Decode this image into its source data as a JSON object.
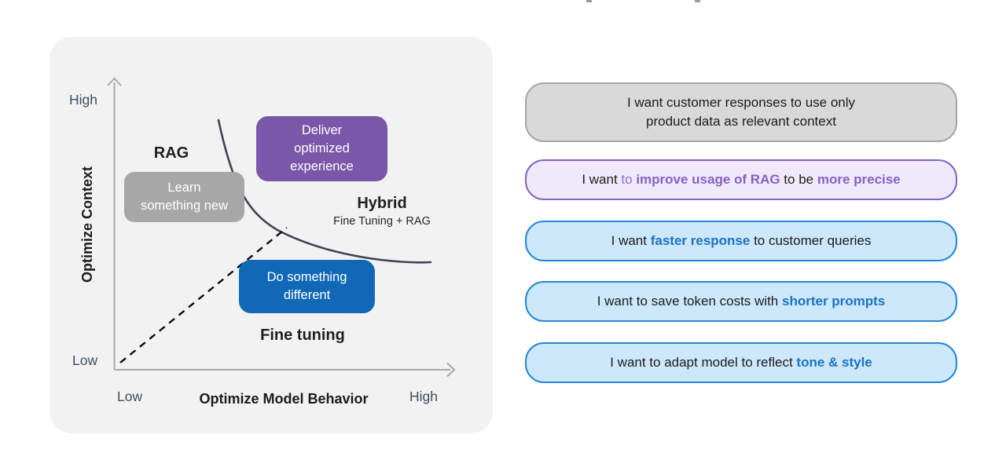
{
  "colors": {
    "panel_background": "#f2f2f2",
    "rag_box": "#a7a7a7",
    "hybrid_box": "#7a57a8",
    "fine_tuning_box": "#1168b7",
    "curve": "#3f4254",
    "axis": "#a8a8a8",
    "pill_gray_bg": "#d9d9d9",
    "pill_gray_border": "#a6a6a6",
    "pill_purple_bg": "#f0e9fa",
    "pill_purple_accent": "#8661c5",
    "pill_blue_bg": "#cde7fb",
    "pill_blue_border": "#2487d6",
    "pill_blue_accent": "#1a73c4"
  },
  "quadrant_panel": {
    "y_axis": {
      "title": "Optimize Context",
      "high": "High",
      "low": "Low"
    },
    "x_axis": {
      "title": "Optimize Model Behavior",
      "high": "High",
      "low": "Low"
    },
    "labels": {
      "rag": "RAG",
      "hybrid": "Hybrid",
      "hybrid_sub": "Fine Tuning + RAG",
      "fine_tuning": "Fine tuning"
    },
    "boxes": {
      "rag_box": "Learn\nsomething new",
      "hybrid_box": "Deliver\noptimized\nexperience",
      "fine_tuning_box": "Do something\ndifferent"
    }
  },
  "scenarios": [
    {
      "variant": "gray",
      "segments": [
        {
          "text": "I want customer responses to use only\nproduct data as relevant context"
        }
      ]
    },
    {
      "variant": "purple",
      "segments": [
        {
          "text": "I want "
        },
        {
          "text": "to "
        },
        {
          "text": "improve usage of RAG"
        },
        {
          "text": " to be "
        },
        {
          "text": "more precise"
        }
      ]
    },
    {
      "variant": "blue",
      "segments": [
        {
          "text": "I want "
        },
        {
          "text": "faster response"
        },
        {
          "text": " to customer queries"
        }
      ]
    },
    {
      "variant": "blue",
      "segments": [
        {
          "text": "I want to save token costs with "
        },
        {
          "text": "shorter prompts"
        }
      ]
    },
    {
      "variant": "blue",
      "segments": [
        {
          "text": "I want to adapt model to reflect "
        },
        {
          "text": "tone & style"
        }
      ]
    }
  ]
}
